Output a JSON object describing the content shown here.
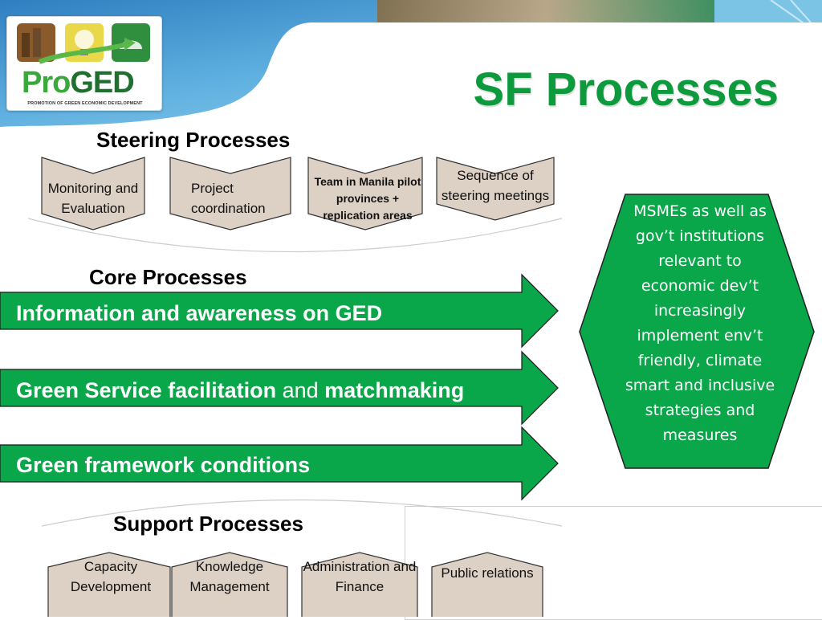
{
  "logo": {
    "text_pro": "Pro",
    "text_ged": "GED",
    "tagline": "PROMOTION OF GREEN ECONOMIC DEVELOPMENT"
  },
  "title": "SF Processes",
  "steering": {
    "heading": "Steering Processes",
    "items": [
      "Monitoring and Evaluation",
      "Project coordination",
      "Team in Manila pilot provinces + replication areas",
      "Sequence of steering meetings"
    ]
  },
  "core": {
    "heading": "Core Processes",
    "arrows": [
      {
        "parts": [
          "Information and awareness on GED"
        ]
      },
      {
        "parts": [
          "Green Service facilitation",
          " and ",
          "matchmaking"
        ]
      },
      {
        "parts": [
          "Green framework conditions"
        ]
      }
    ]
  },
  "outcome": "MSMEs as well as gov’t institutions relevant to economic dev’t increasingly implement env’t friendly, climate smart and inclusive strategies and measures",
  "support": {
    "heading": "Support Processes",
    "items": [
      "Capacity Development",
      "Knowledge Management",
      "Administration and Finance",
      "Public relations"
    ]
  },
  "colors": {
    "green": "#0aa64a",
    "shape_fill": "#ddd0c4",
    "title_green": "#0d9a3c"
  }
}
